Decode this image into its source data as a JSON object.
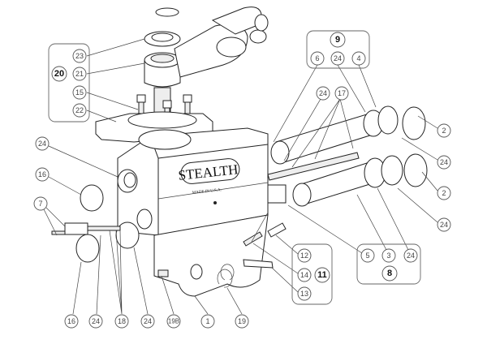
{
  "brand": {
    "logo": "STEALTH",
    "made_in": "MADE IN U.S.A."
  },
  "callouts": {
    "g20": {
      "title": "20",
      "items": [
        "23",
        "21",
        "15",
        "22"
      ]
    },
    "g9": {
      "title": "9",
      "items": [
        "6",
        "24",
        "4"
      ]
    },
    "g11": {
      "title": "11",
      "items": [
        "12",
        "14",
        "13"
      ]
    },
    "g8": {
      "title": "8",
      "items": [
        "5",
        "3",
        "24"
      ]
    },
    "left": [
      "24",
      "16",
      "7"
    ],
    "bottom": [
      "16",
      "24",
      "18",
      "24",
      "19B",
      "1",
      "19"
    ],
    "upper": [
      "24",
      "17"
    ],
    "right": [
      "2",
      "24",
      "2",
      "24"
    ]
  }
}
